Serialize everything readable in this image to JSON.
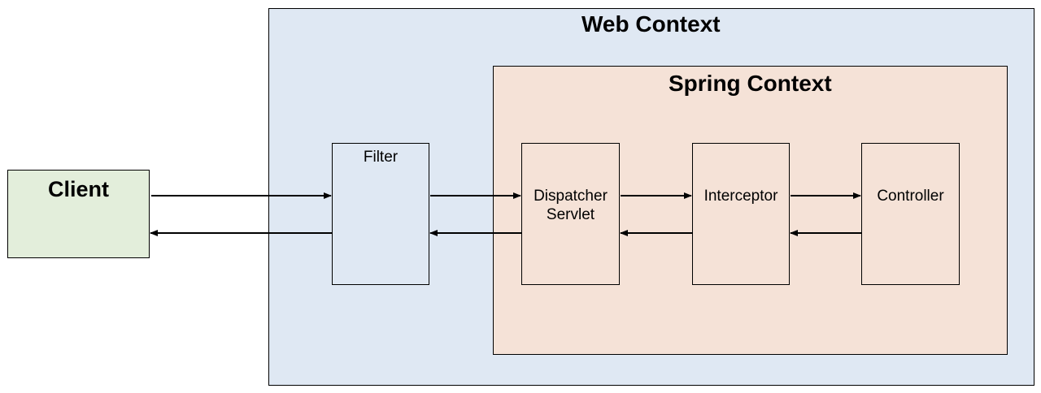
{
  "diagram": {
    "web_context_title": "Web Context",
    "spring_context_title": "Spring Context",
    "client_label": "Client",
    "filter_label": "Filter",
    "dispatcher_label_line1": "Dispatcher",
    "dispatcher_label_line2": "Servlet",
    "interceptor_label": "Interceptor",
    "controller_label": "Controller"
  },
  "colors": {
    "web_context_fill": "#dfe8f3",
    "spring_context_fill": "#f5e2d7",
    "client_fill": "#e3eedb",
    "stroke": "#000000"
  }
}
